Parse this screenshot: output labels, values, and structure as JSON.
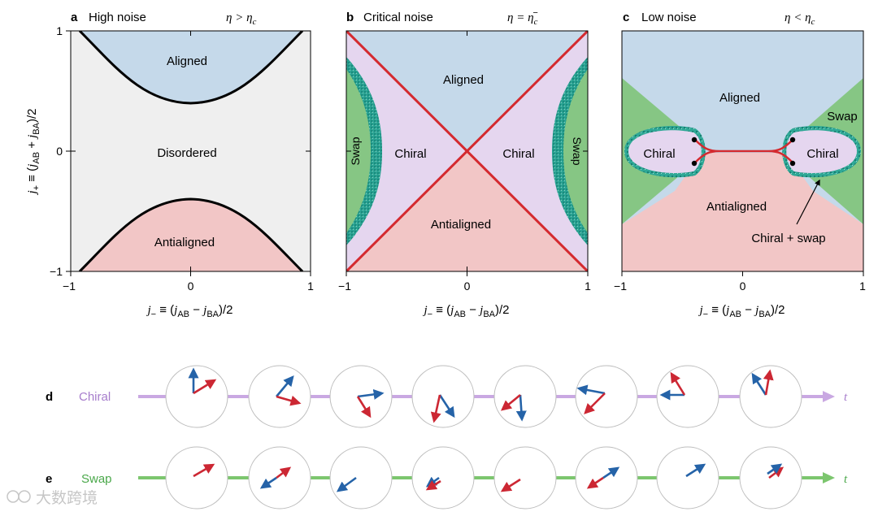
{
  "colors": {
    "aligned": "#c5d9ea",
    "antialigned": "#f2c6c6",
    "disordered": "#efefef",
    "chiral": "#e5d6ef",
    "swap": "#86c684",
    "teal": "#239e8e",
    "critical_line": "#d42a2f",
    "chiral_track": "#b58fd3",
    "swap_track": "#6cbd5e",
    "arrow_red": "#cc2733",
    "arrow_blue": "#2563a8"
  },
  "panels": {
    "a": {
      "letter": "a",
      "title": "High noise",
      "condition": "η > η",
      "condition_sub": "c",
      "regions": {
        "aligned": "Aligned",
        "disordered": "Disordered",
        "antialigned": "Antialigned"
      }
    },
    "b": {
      "letter": "b",
      "title": "Critical noise",
      "condition": "η = η",
      "condition_sub": "c",
      "condition_sup": "−",
      "regions": {
        "aligned": "Aligned",
        "chiral_left": "Chiral",
        "chiral_right": "Chiral",
        "swap_left": "Swap",
        "swap_right": "Swap",
        "antialigned": "Antialigned"
      }
    },
    "c": {
      "letter": "c",
      "title": "Low noise",
      "condition": "η < η",
      "condition_sub": "c",
      "regions": {
        "aligned": "Aligned",
        "chiral_left": "Chiral",
        "chiral_right": "Chiral",
        "swap": "Swap",
        "antialigned": "Antialigned",
        "chiral_swap": "Chiral + swap"
      }
    }
  },
  "axes": {
    "ticks": [
      "−1",
      "0",
      "1"
    ],
    "y_ticks": [
      "1",
      "0",
      "−1"
    ],
    "x_label": {
      "j": "j",
      "minus": "−",
      "eq": " ≡ (",
      "jab": "j",
      "ab": "AB",
      "op": " − ",
      "jba": "j",
      "ba": "BA",
      "end": ")/2"
    },
    "y_label": {
      "j": "j",
      "plus": "+",
      "eq": " ≡ (",
      "jab": "j",
      "ab": "AB",
      "op": " + ",
      "jba": "j",
      "ba": "BA",
      "end": ")/2"
    }
  },
  "rows": {
    "d": {
      "letter": "d",
      "label": "Chiral",
      "time": "t"
    },
    "e": {
      "letter": "e",
      "label": "Swap",
      "time": "t"
    }
  },
  "watermark": "大数跨境"
}
